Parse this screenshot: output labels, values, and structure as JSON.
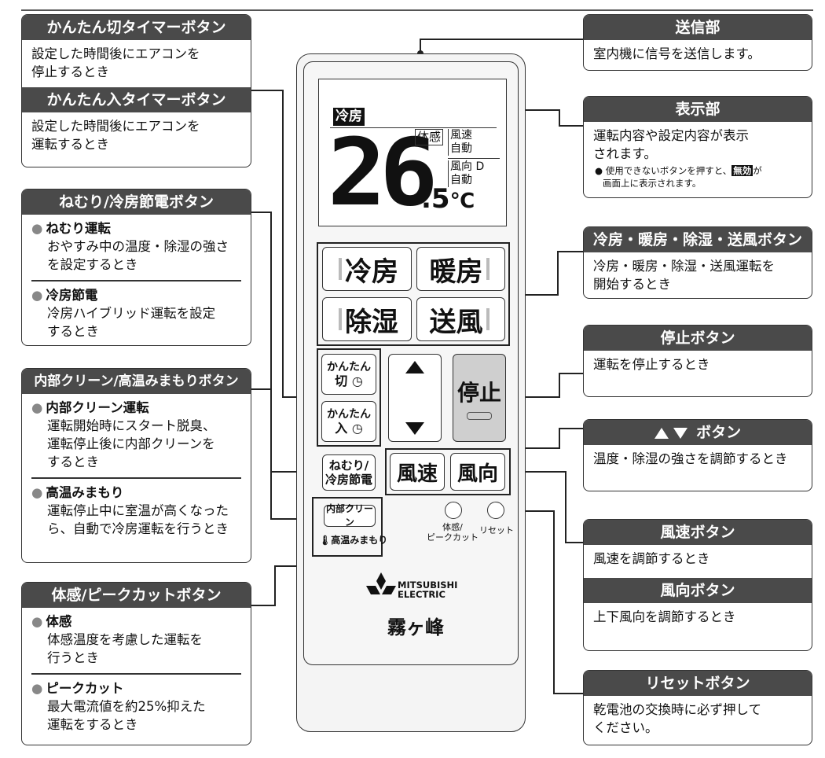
{
  "callouts": {
    "off_timer": {
      "title": "かんたん切タイマーボタン",
      "text": [
        "設定した時間後にエアコンを",
        "停止するとき"
      ]
    },
    "on_timer": {
      "title": "かんたん入タイマーボタン",
      "text": [
        "設定した時間後にエアコンを",
        "運転するとき"
      ]
    },
    "sleep": {
      "title": "ねむり/冷房節電ボタン",
      "items": [
        {
          "label": "ねむり運転",
          "text": [
            "おやすみ中の温度・除湿の強さ",
            "を設定するとき"
          ]
        },
        {
          "label": "冷房節電",
          "text": [
            "冷房ハイブリッド運転を設定",
            "するとき"
          ]
        }
      ]
    },
    "clean": {
      "title": "内部クリーン/高温みまもりボタン",
      "items": [
        {
          "label": "内部クリーン運転",
          "text": [
            "運転開始時にスタート脱臭、",
            "運転停止後に内部クリーンを",
            "するとき"
          ]
        },
        {
          "label": "高温みまもり",
          "text": [
            "運転停止中に室温が高くなった",
            "ら、自動で冷房運転を行うとき"
          ]
        }
      ]
    },
    "taikan": {
      "title": "体感/ピークカットボタン",
      "items": [
        {
          "label": "体感",
          "text": [
            "体感温度を考慮した運転を",
            "行うとき"
          ]
        },
        {
          "label": "ピークカット",
          "text": [
            "最大電流値を約25%抑えた",
            "運転をするとき"
          ]
        }
      ]
    },
    "transmit": {
      "title": "送信部",
      "text": [
        "室内機に信号を送信します。"
      ]
    },
    "display": {
      "title": "表示部",
      "text": [
        "運転内容や設定内容が表示",
        "されます。"
      ],
      "note": [
        "使用できないボタンを押すと、",
        "無効",
        "が",
        "画面上に表示されます。"
      ]
    },
    "mode": {
      "title": "冷房・暖房・除湿・送風ボタン",
      "text": [
        "冷房・暖房・除湿・送風運転を",
        "開始するとき"
      ]
    },
    "stop": {
      "title": "停止ボタン",
      "text": [
        "運転を停止するとき"
      ]
    },
    "updown": {
      "title": "ボタン",
      "text": [
        "温度・除湿の強さを調節するとき"
      ]
    },
    "fanspeed": {
      "title": "風速ボタン",
      "text": [
        "風速を調節するとき"
      ]
    },
    "fandir": {
      "title": "風向ボタン",
      "text": [
        "上下風向を調節するとき"
      ]
    },
    "reset": {
      "title": "リセットボタン",
      "text": [
        "乾電池の交換時に必ず押して",
        "ください。"
      ]
    }
  },
  "remote": {
    "lcd": {
      "mode": "冷房",
      "temp": "26",
      "decimal": ".5",
      "unit": "℃",
      "taikan": "体感",
      "fan1": "風速",
      "fan2": "自動",
      "dir1": "風向",
      "dir1_sym": "D",
      "dir2": "自動"
    },
    "buttons": {
      "cool": "冷房",
      "heat": "暖房",
      "dry": "除湿",
      "fan": "送風",
      "stop": "停止",
      "off_timer": [
        "かんたん",
        "切"
      ],
      "on_timer": [
        "かんたん",
        "入"
      ],
      "sleep": [
        "ねむり/",
        "冷房節電"
      ],
      "speed": "風速",
      "direction": "風向",
      "clean": "内部クリーン",
      "hightemp": "高温みまもり"
    },
    "small_labels": {
      "taikan": [
        "体感/",
        "ピークカット"
      ],
      "reset": "リセット"
    },
    "logo": [
      "MITSUBISHI",
      "ELECTRIC"
    ],
    "brand": "霧ヶ峰"
  },
  "colors": {
    "header": "#4a4a4a",
    "stop_button": "#cfcfcf"
  }
}
